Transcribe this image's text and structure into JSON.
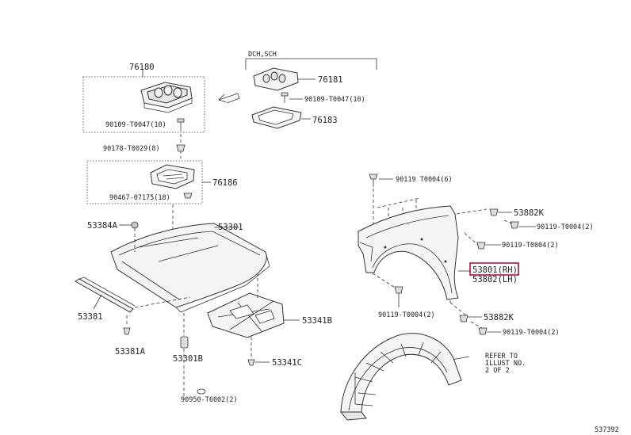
{
  "variant_note": "DCH,SCH",
  "labels": {
    "p76180": "76180",
    "p76181": "76181",
    "p90109_a": "90109-T0047(10)",
    "p76183": "76183",
    "p90109_b": "90109-T0047(10)",
    "p90178": "90178-T0029(8)",
    "p76186": "76186",
    "p90467": "90467-07175(18)",
    "p53384A": "53384A",
    "p53301": "53301",
    "p53381": "53381",
    "p53381A": "53381A",
    "p53301B": "53301B",
    "p53341B": "53341B",
    "p53341C": "53341C",
    "p90950": "90950-T6002(2)",
    "p90119_top": "90119 T0004(6)",
    "p53882K_a": "53882K",
    "p90119_r1": "90119-T0004(2)",
    "p90119_r2": "90119-T0004(2)",
    "p53801": "53801(RH)",
    "p53802": "53802(LH)",
    "p90119_bl": "90119-T0004(2)",
    "p53882K_b": "53882K",
    "p90119_br": "90119-T0004(2)"
  },
  "refer_note": [
    "REFER TO",
    "ILLUST NO.",
    "2 OF 2"
  ],
  "diagram_id": "537392",
  "colors": {
    "highlight": "#b0103a",
    "line": "#333333"
  }
}
